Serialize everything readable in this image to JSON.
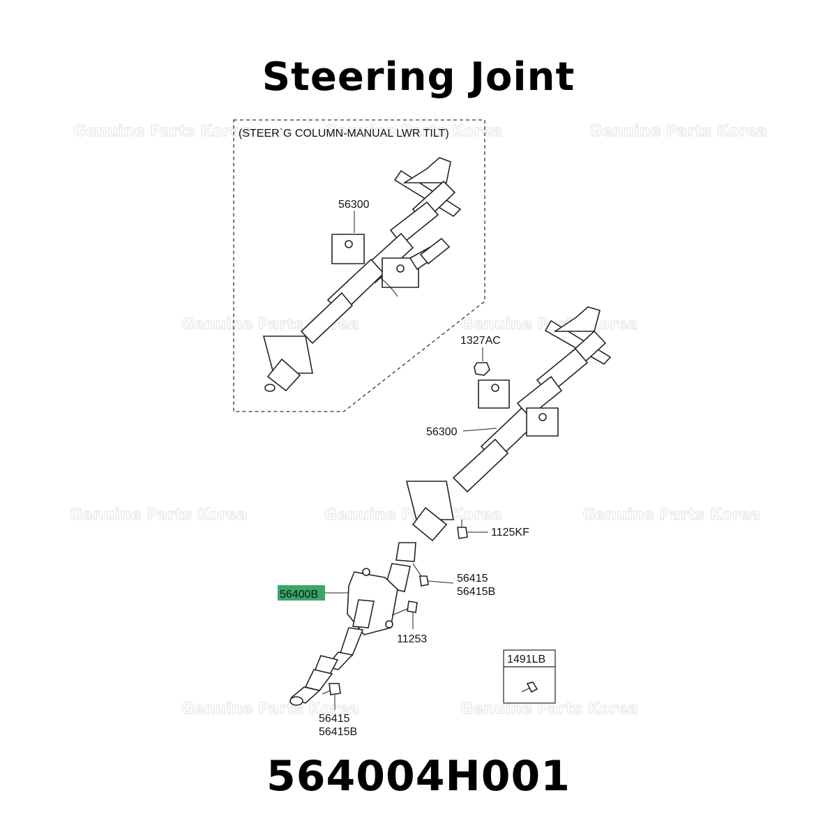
{
  "title": "Steering Joint",
  "part_number": "564004H001",
  "watermark": "Genuine Parts Korea",
  "diagram": {
    "inset_caption": "(STEER`G COLUMN-MANUAL LWR TILT)",
    "labels": {
      "inset_column": "56300",
      "nut": "1327AC",
      "column": "56300",
      "bolt_column": "1125KF",
      "bolt_upper_a": "56415",
      "bolt_upper_b": "56415B",
      "joint": "56400B",
      "bolt_cover": "11253",
      "bolt_lower_a": "56415",
      "bolt_lower_b": "56415B",
      "box_title": "1491LB"
    },
    "highlight_color": "#3aa66b"
  }
}
